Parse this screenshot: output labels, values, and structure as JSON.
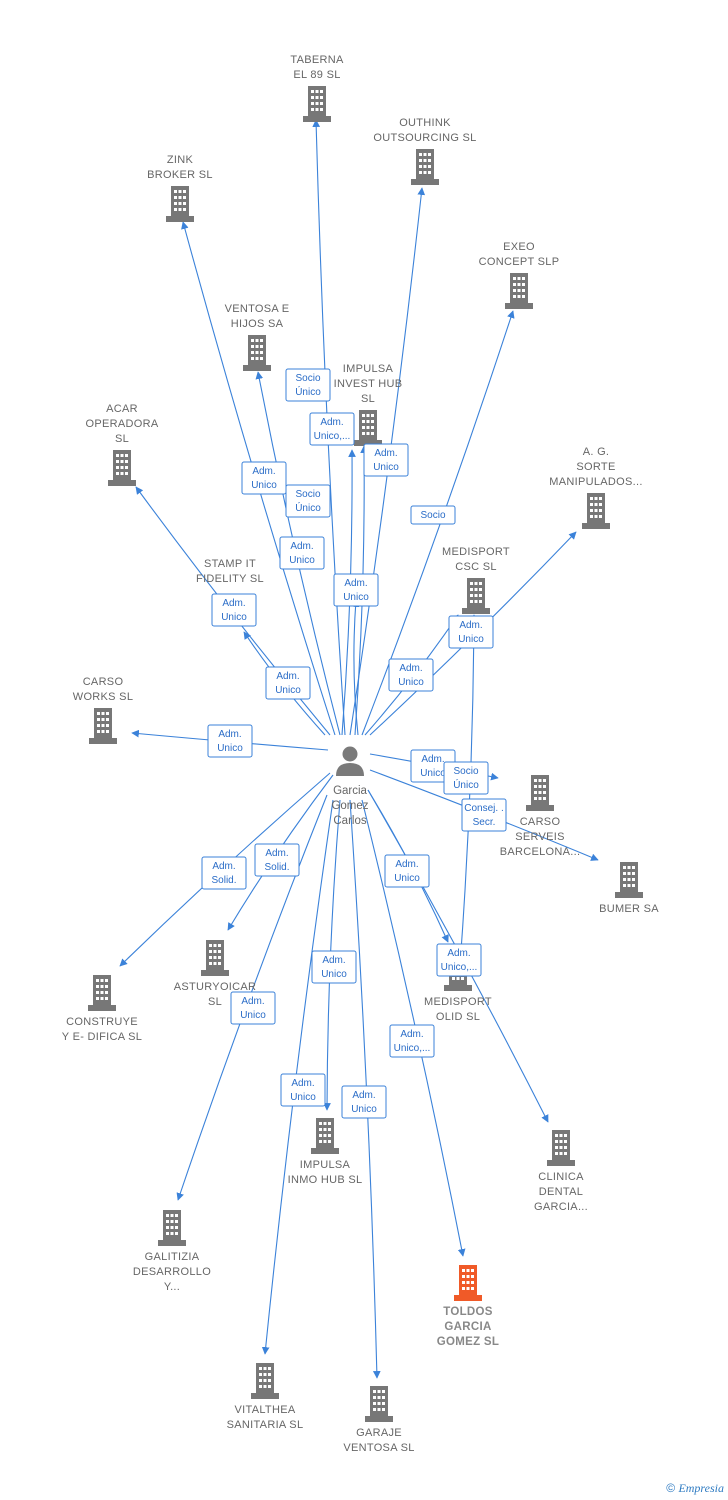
{
  "colors": {
    "edge": "#3b82d9",
    "building": "#777777",
    "highlight": "#f05a28",
    "label": "#666666"
  },
  "person": {
    "name_lines": [
      "Garcia",
      "Gomez",
      "Carlos"
    ],
    "icon": "person-icon"
  },
  "companies": [
    {
      "id": "taberna",
      "lines": [
        "TABERNA",
        "EL 89 SL"
      ]
    },
    {
      "id": "outhink",
      "lines": [
        "OUTHINK",
        "OUTSOURCING SL"
      ]
    },
    {
      "id": "zink",
      "lines": [
        "ZINK",
        "BROKER  SL"
      ]
    },
    {
      "id": "exeo",
      "lines": [
        "EXEO",
        "CONCEPT  SLP"
      ]
    },
    {
      "id": "ventosa_hijos",
      "lines": [
        "VENTOSA E",
        "HIJOS SA"
      ]
    },
    {
      "id": "impulsa_invest",
      "lines": [
        "IMPULSA",
        "INVEST HUB",
        "SL"
      ]
    },
    {
      "id": "acar",
      "lines": [
        "ACAR",
        "OPERADORA",
        "SL"
      ]
    },
    {
      "id": "sorte",
      "lines": [
        "A.  G.",
        "SORTE",
        "MANIPULADOS..."
      ]
    },
    {
      "id": "stamp",
      "lines": [
        "STAMP IT",
        "FIDELITY  SL"
      ]
    },
    {
      "id": "medisport_csc",
      "lines": [
        "MEDISPORT",
        "CSC  SL"
      ]
    },
    {
      "id": "carso_works",
      "lines": [
        "CARSO",
        "WORKS  SL"
      ]
    },
    {
      "id": "carso_serveis",
      "lines": [
        "CARSO",
        "SERVEIS",
        "BARCELONA..."
      ]
    },
    {
      "id": "bumer",
      "lines": [
        "BUMER SA"
      ]
    },
    {
      "id": "construye",
      "lines": [
        "CONSTRUYE",
        "Y E- DIFICA  SL"
      ]
    },
    {
      "id": "asturyoicar",
      "lines": [
        "ASTURYOICAR",
        "SL"
      ]
    },
    {
      "id": "medisport_olid",
      "lines": [
        "MEDISPORT",
        "OLID  SL"
      ]
    },
    {
      "id": "impulsa_inmo",
      "lines": [
        "IMPULSA",
        "INMO HUB  SL"
      ]
    },
    {
      "id": "clinica",
      "lines": [
        "CLINICA",
        "DENTAL",
        "GARCIA..."
      ]
    },
    {
      "id": "galitizia",
      "lines": [
        "GALITIZIA",
        "DESARROLLO",
        "Y..."
      ]
    },
    {
      "id": "toldos",
      "lines": [
        "TOLDOS",
        "GARCIA",
        "GOMEZ  SL"
      ],
      "highlight": true
    },
    {
      "id": "vitalthea",
      "lines": [
        "VITALTHEA",
        "SANITARIA  SL"
      ]
    },
    {
      "id": "garaje",
      "lines": [
        "GARAJE",
        "VENTOSA  SL"
      ]
    }
  ],
  "edge_labels": [
    {
      "id": "e1",
      "lines": [
        "Socio",
        "Único"
      ]
    },
    {
      "id": "e2",
      "lines": [
        "Adm.",
        "Unico,..."
      ]
    },
    {
      "id": "e3",
      "lines": [
        "Adm.",
        "Unico"
      ]
    },
    {
      "id": "e4",
      "lines": [
        "Adm.",
        "Unico"
      ]
    },
    {
      "id": "e5",
      "lines": [
        "Socio",
        "Único"
      ]
    },
    {
      "id": "e6",
      "lines": [
        "Socio"
      ]
    },
    {
      "id": "e7",
      "lines": [
        "Adm.",
        "Unico"
      ]
    },
    {
      "id": "e8",
      "lines": [
        "Adm.",
        "Unico"
      ]
    },
    {
      "id": "e9",
      "lines": [
        "Adm.",
        "Unico"
      ]
    },
    {
      "id": "e10",
      "lines": [
        "Adm.",
        "Unico"
      ]
    },
    {
      "id": "e11",
      "lines": [
        "Adm.",
        "Unico"
      ]
    },
    {
      "id": "e12",
      "lines": [
        "Adm.",
        "Unico"
      ]
    },
    {
      "id": "e13",
      "lines": [
        "Adm.",
        "Unico"
      ]
    },
    {
      "id": "e14",
      "lines": [
        "Adm.",
        "Unico"
      ]
    },
    {
      "id": "e15",
      "lines": [
        "Socio",
        "Único"
      ]
    },
    {
      "id": "e16",
      "lines": [
        "Consej. .",
        "Secr."
      ]
    },
    {
      "id": "e17",
      "lines": [
        "Adm.",
        "Solid."
      ]
    },
    {
      "id": "e18",
      "lines": [
        "Adm.",
        "Solid."
      ]
    },
    {
      "id": "e19",
      "lines": [
        "Adm.",
        "Unico"
      ]
    },
    {
      "id": "e20",
      "lines": [
        "Adm.",
        "Unico,..."
      ]
    },
    {
      "id": "e21",
      "lines": [
        "Adm.",
        "Unico"
      ]
    },
    {
      "id": "e22",
      "lines": [
        "Adm.",
        "Unico"
      ]
    },
    {
      "id": "e23",
      "lines": [
        "Adm.",
        "Unico,..."
      ]
    },
    {
      "id": "e24",
      "lines": [
        "Adm.",
        "Unico"
      ]
    },
    {
      "id": "e25",
      "lines": [
        "Adm.",
        "Unico"
      ]
    }
  ],
  "footer": {
    "copyright": "©",
    "brand": "Empresia"
  }
}
